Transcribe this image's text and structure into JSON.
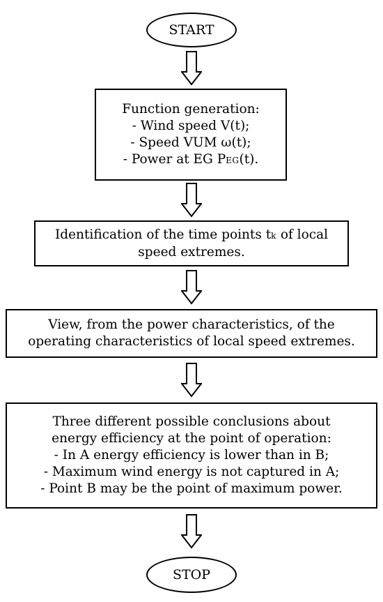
{
  "start": {
    "label": "START"
  },
  "stop": {
    "label": "STOP"
  },
  "box1": {
    "title": "Function generation:",
    "wind": "- Wind speed V(t);",
    "speed": "- Speed VUM ω(t);",
    "power_prefix": "- Power at EG P",
    "power_sub": "EG",
    "power_suffix": "(t)."
  },
  "box2": {
    "line1_prefix": "Identification of the time points t",
    "line1_sub": "k",
    "line1_suffix": " of local",
    "line2": "speed extremes."
  },
  "box3": {
    "line1": "View, from the power characteristics, of the",
    "line2": "operating characteristics of local speed extremes."
  },
  "box4": {
    "line1": "Three different possible conclusions about",
    "line2": "energy efficiency at the point of operation:",
    "line3": "- In A energy efficiency is lower than in B;",
    "line4": "- Maximum wind energy is not captured in A;",
    "line5": "- Point B may be the point of maximum power."
  }
}
